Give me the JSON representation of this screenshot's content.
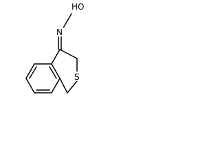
{
  "molecule": {
    "atoms": {
      "hydroxyl_label": "HO",
      "oxime_nitrogen_label": "N",
      "sulfur_label": "S"
    },
    "colors": {
      "bond": "#000000",
      "label": "#000000",
      "background": "#ffffff"
    }
  }
}
